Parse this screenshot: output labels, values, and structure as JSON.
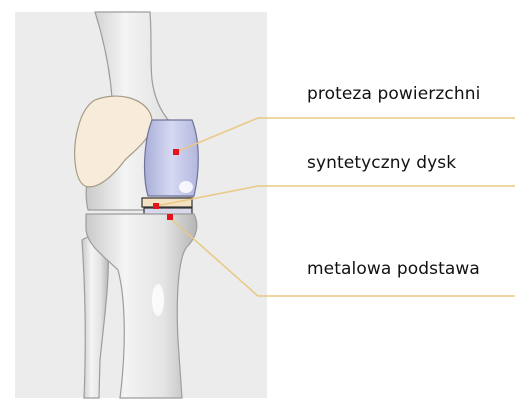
{
  "labels": {
    "surface_prosthesis": "proteza powierzchni",
    "synthetic_disc": "syntetyczny dysk",
    "metal_base": "metalowa podstawa"
  },
  "colors": {
    "panel": "#ececec",
    "bone": "#e6e6e6",
    "bone_shadow": "#a9a9a9",
    "patella": "#f7ecd9",
    "implant": "#c9cde9",
    "leader_line": "#e9c882",
    "marker": "#e4141a"
  }
}
